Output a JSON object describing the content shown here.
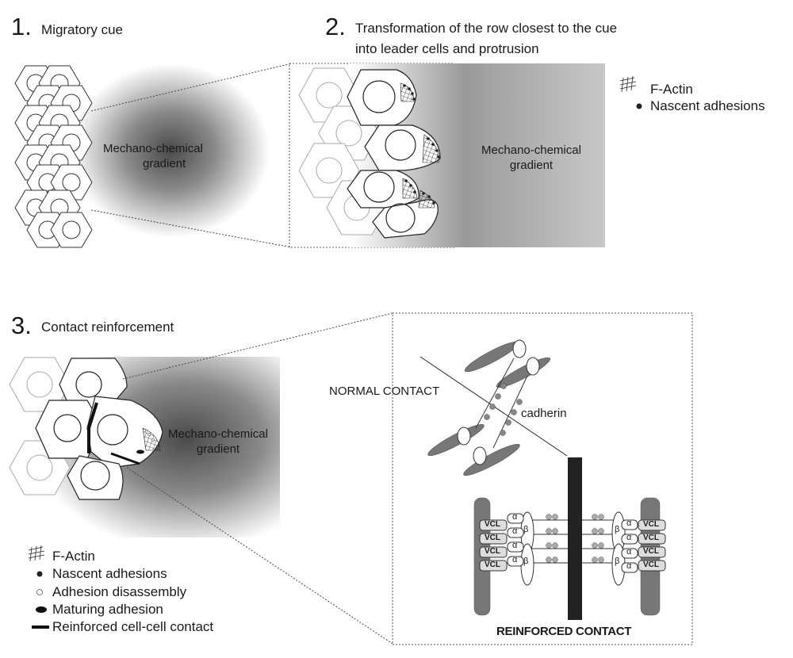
{
  "panel1": {
    "number": "1.",
    "title": "Migratory cue",
    "gradient_label_1": "Mechano-chemical",
    "gradient_label_2": "gradient"
  },
  "panel2": {
    "number": "2.",
    "title_line1": "Transformation of the row closest to the cue",
    "title_line2": "into leader cells and protrusion",
    "gradient_label_1": "Mechano-chemical",
    "gradient_label_2": "gradient",
    "legend": [
      {
        "icon": "f-actin-icon",
        "label": "F-Actin"
      },
      {
        "icon": "nascent-adhesion-icon",
        "label": "Nascent adhesions"
      }
    ]
  },
  "panel3": {
    "number": "3.",
    "title": "Contact reinforcement",
    "gradient_label_1": "Mechano-chemical",
    "gradient_label_2": "gradient",
    "legend": [
      {
        "icon": "f-actin-icon",
        "label": "F-Actin"
      },
      {
        "icon": "nascent-adhesion-icon",
        "label": "Nascent adhesions"
      },
      {
        "icon": "adhesion-disassembly-icon",
        "label": "Adhesion disassembly"
      },
      {
        "icon": "maturing-adhesion-icon",
        "label": "Maturing adhesion"
      },
      {
        "icon": "reinforced-contact-icon",
        "label": "Reinforced cell-cell contact"
      }
    ]
  },
  "inset": {
    "normal_label": "NORMAL CONTACT",
    "cadherin_label": "cadherin",
    "reinforced_label": "REINFORCED CONTACT",
    "vcl_label": "VCL",
    "alpha_label": "α",
    "beta_label": "β"
  }
}
